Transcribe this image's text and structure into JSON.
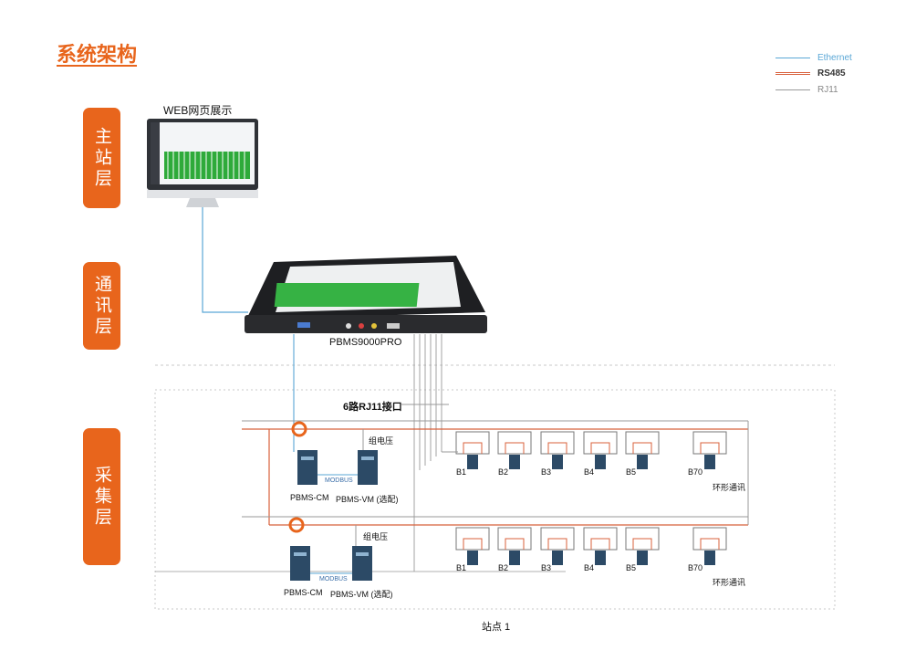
{
  "title": "系统架构",
  "layers": [
    "主站层",
    "通讯层",
    "采集层"
  ],
  "legend": [
    {
      "label": "Ethernet",
      "color": "#5aa7d6"
    },
    {
      "label": "RS485",
      "color": "#d8603b"
    },
    {
      "label": "RJ11",
      "color": "#999999"
    }
  ],
  "web_label": "WEB网页展示",
  "device_label": "PBMS9000PRO",
  "rj11_label": "6路RJ11接口",
  "site_label": "站点 1",
  "groups": [
    {
      "voltage_label": "组电压",
      "cm_label": "PBMS-CM",
      "vm_label": "PBMS-VM (选配)",
      "bus_label": "MODBUS",
      "batteries": [
        "B1",
        "B2",
        "B3",
        "B4",
        "B5",
        "B70"
      ],
      "ring_label": "环形通讯"
    },
    {
      "voltage_label": "组电压",
      "cm_label": "PBMS-CM",
      "vm_label": "PBMS-VM (选配)",
      "bus_label": "MODBUS",
      "batteries": [
        "B1",
        "B2",
        "B3",
        "B4",
        "B5",
        "B70"
      ],
      "ring_label": "环形通讯"
    }
  ],
  "colors": {
    "accent": "#e8651c",
    "ethernet": "#5aa7d6",
    "rs485": "#d8603b",
    "rj11": "#999999"
  }
}
